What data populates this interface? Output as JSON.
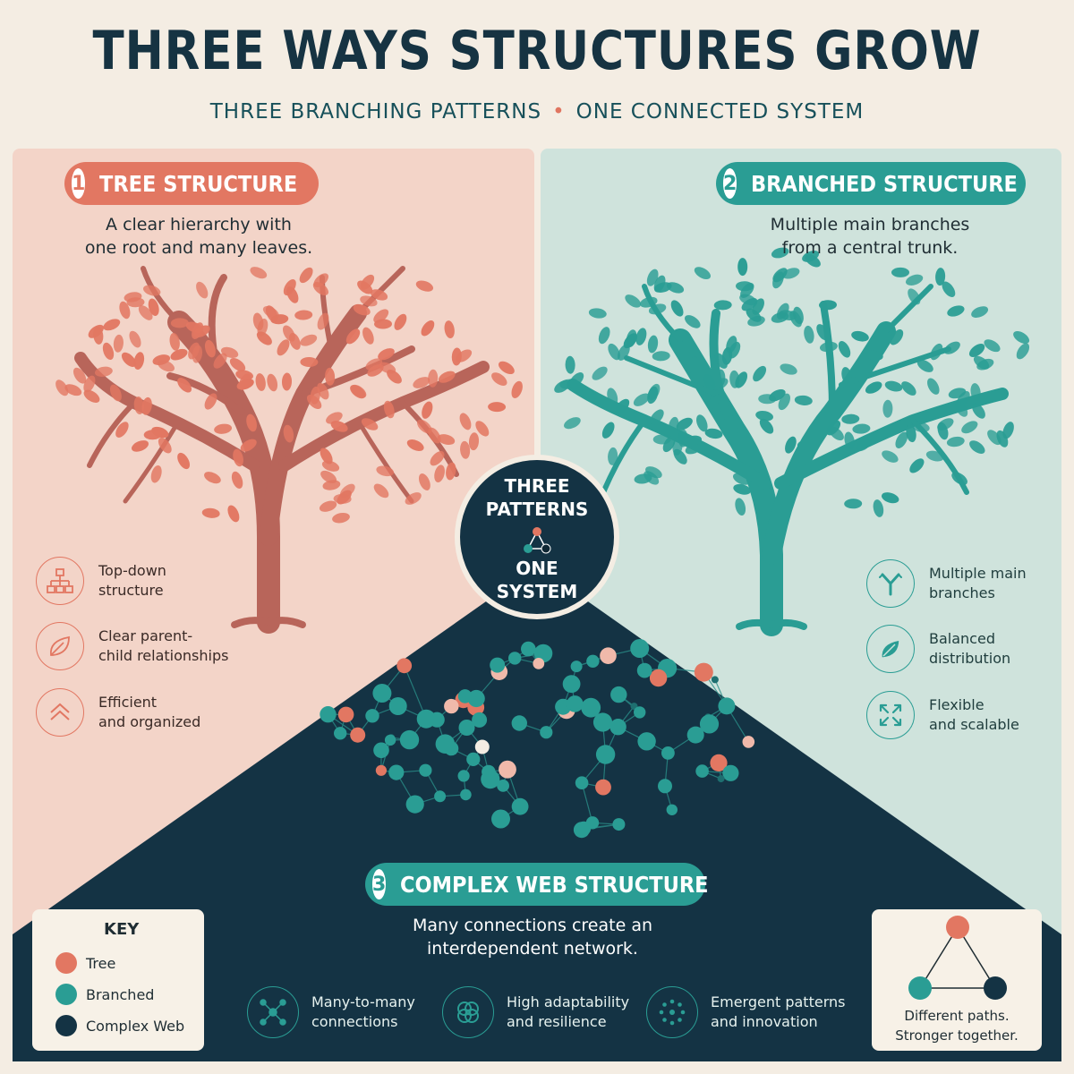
{
  "title": "THREE WAYS STRUCTURES GROW",
  "subtitle": {
    "left": "THREE BRANCHING PATTERNS",
    "separator": "•",
    "right": "ONE CONNECTED SYSTEM"
  },
  "colors": {
    "tree": "#e27762",
    "branched": "#2a9d94",
    "web": "#143344",
    "background": "#f4ede3"
  },
  "sections": {
    "tree": {
      "number": "1",
      "label": "TREE STRUCTURE",
      "description_line1": "A clear hierarchy with",
      "description_line2": "one root and many leaves.",
      "features": [
        {
          "icon": "hierarchy-icon",
          "line1": "Top-down",
          "line2": "structure"
        },
        {
          "icon": "leaf-icon",
          "line1": "Clear parent-",
          "line2": "child relationships"
        },
        {
          "icon": "chevrons-up-icon",
          "line1": "Efficient",
          "line2": "and organized"
        }
      ]
    },
    "branched": {
      "number": "2",
      "label": "BRANCHED STRUCTURE",
      "description_line1": "Multiple main branches",
      "description_line2": "from a central trunk.",
      "features": [
        {
          "icon": "fork-icon",
          "line1": "Multiple main",
          "line2": "branches"
        },
        {
          "icon": "leaf-icon",
          "line1": "Balanced",
          "line2": "distribution"
        },
        {
          "icon": "expand-arrows-icon",
          "line1": "Flexible",
          "line2": "and scalable"
        }
      ]
    },
    "web": {
      "number": "3",
      "label": "COMPLEX WEB STRUCTURE",
      "description_line1": "Many connections create an",
      "description_line2": "interdependent network.",
      "features": [
        {
          "icon": "network-node-icon",
          "line1": "Many-to-many",
          "line2": "connections"
        },
        {
          "icon": "interlocking-rings-icon",
          "line1": "High adaptability",
          "line2": "and resilience"
        },
        {
          "icon": "dot-ring-icon",
          "line1": "Emergent patterns",
          "line2": "and innovation"
        }
      ]
    }
  },
  "center": {
    "top_line1": "THREE",
    "top_line2": "PATTERNS",
    "bottom_line1": "ONE",
    "bottom_line2": "SYSTEM"
  },
  "key": {
    "title": "KEY",
    "items": [
      {
        "label": "Tree",
        "color": "#e27762"
      },
      {
        "label": "Branched",
        "color": "#2a9d94"
      },
      {
        "label": "Complex Web",
        "color": "#143344"
      }
    ]
  },
  "triangle_note": {
    "line1": "Different paths.",
    "line2": "Stronger together."
  }
}
